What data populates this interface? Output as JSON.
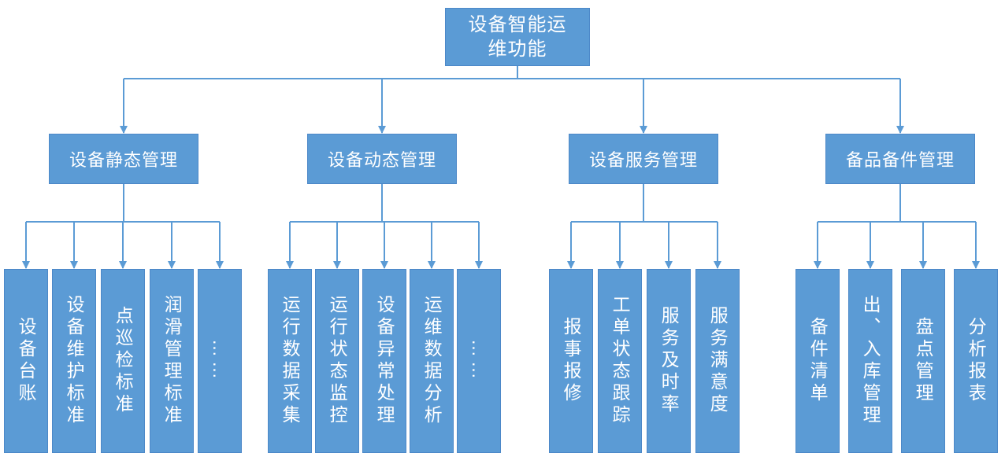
{
  "colors": {
    "box_fill": "#5B9BD5",
    "box_border": "#4C88C8",
    "line": "#5B9BD5",
    "text": "#FFFFFF",
    "background": "#FFFFFF"
  },
  "root": {
    "label": "设备智能运维功能"
  },
  "branches": [
    {
      "label": "设备静态管理",
      "children": [
        {
          "label": "设备台账"
        },
        {
          "label": "设备维护标准"
        },
        {
          "label": "点巡检标准"
        },
        {
          "label": "润滑管理标准"
        },
        {
          "label": "……"
        }
      ]
    },
    {
      "label": "设备动态管理",
      "children": [
        {
          "label": "运行数据采集"
        },
        {
          "label": "运行状态监控"
        },
        {
          "label": "设备异常处理"
        },
        {
          "label": "运维数据分析"
        },
        {
          "label": "……"
        }
      ]
    },
    {
      "label": "设备服务管理",
      "children": [
        {
          "label": "报事报修"
        },
        {
          "label": "工单状态跟踪"
        },
        {
          "label": "服务及时率"
        },
        {
          "label": "服务满意度"
        }
      ]
    },
    {
      "label": "备品备件管理",
      "children": [
        {
          "label": "备件清单"
        },
        {
          "label": "出、入库管理"
        },
        {
          "label": "盘点管理"
        },
        {
          "label": "分析报表"
        }
      ]
    }
  ]
}
